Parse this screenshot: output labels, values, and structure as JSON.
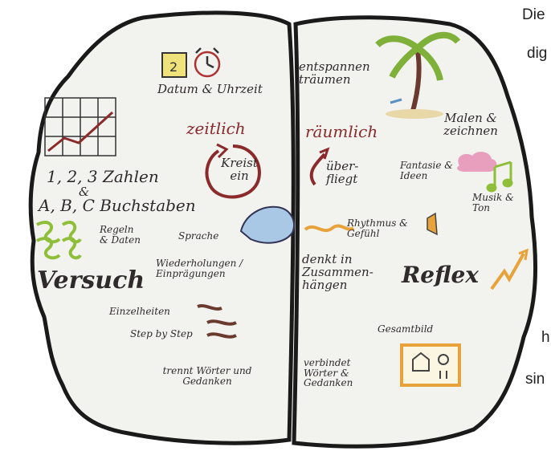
{
  "left_hemisphere": {
    "date_label": "Datum & Uhrzeit",
    "calendar_number": "2",
    "time_label": "zeitlich",
    "cycle_label": "Kreist ein",
    "counting_numbers": "1, 2, 3 Zahlen",
    "counting_amp": "&",
    "counting_letters": "A, B, C Buchstaben",
    "rules_label": "Regeln & Daten",
    "language_label": "Sprache",
    "repetition_label": "Wiederholungen / Einprägungen",
    "attempt_label": "Versuch",
    "details_label": "Einzelheiten",
    "step_label": "Step by Step",
    "separates_label": "trennt Wörter und Gedanken"
  },
  "right_hemisphere": {
    "relax_label": "entspannen träumen",
    "paint_label": "Malen & zeichnen",
    "spatial_label": "räumlich",
    "fly_label": "über-fliegt",
    "fantasy_label": "Fantasie & Ideen",
    "music_label": "Musik & Ton",
    "rhythm_label": "Rhythmus & Gefühl",
    "context_label": "denkt in Zusammen-hängen",
    "reflex_label": "Reflex",
    "overall_label": "Gesamtbild",
    "connects_label": "verbindet Wörter & Gedanken"
  },
  "side_text": {
    "line1": "Die",
    "line2": "dig",
    "line3": "h",
    "line4": "sin"
  },
  "colors": {
    "outline": "#1a1a1a",
    "red": "#8a2a2a",
    "brown": "#6b3a2e",
    "orange": "#e8a23a",
    "green": "#8fbf3a",
    "pink": "#e68fb4",
    "blue": "#5a8fc0",
    "yellow": "#e8e08a"
  }
}
